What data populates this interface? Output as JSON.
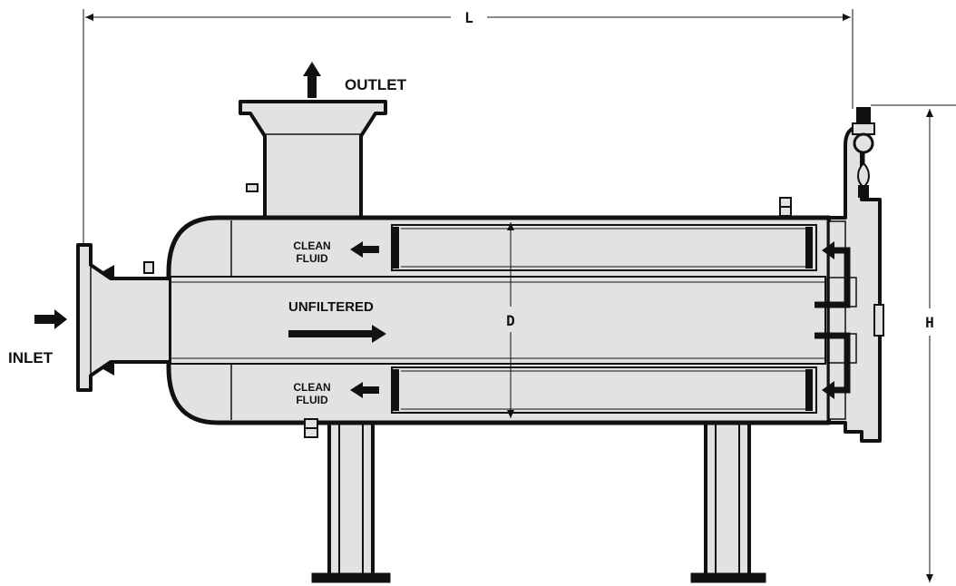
{
  "labels": {
    "outlet": "OUTLET",
    "inlet": "INLET",
    "unfiltered": "UNFILTERED",
    "clean_top_1": "CLEAN",
    "clean_top_2": "FLUID",
    "clean_bottom_1": "CLEAN",
    "clean_bottom_2": "FLUID",
    "dim_length": "L",
    "dim_diameter": "D",
    "dim_height": "H"
  },
  "colors": {
    "line": "#111111",
    "body_fill": "#e2e2e2",
    "background": "#ffffff"
  }
}
